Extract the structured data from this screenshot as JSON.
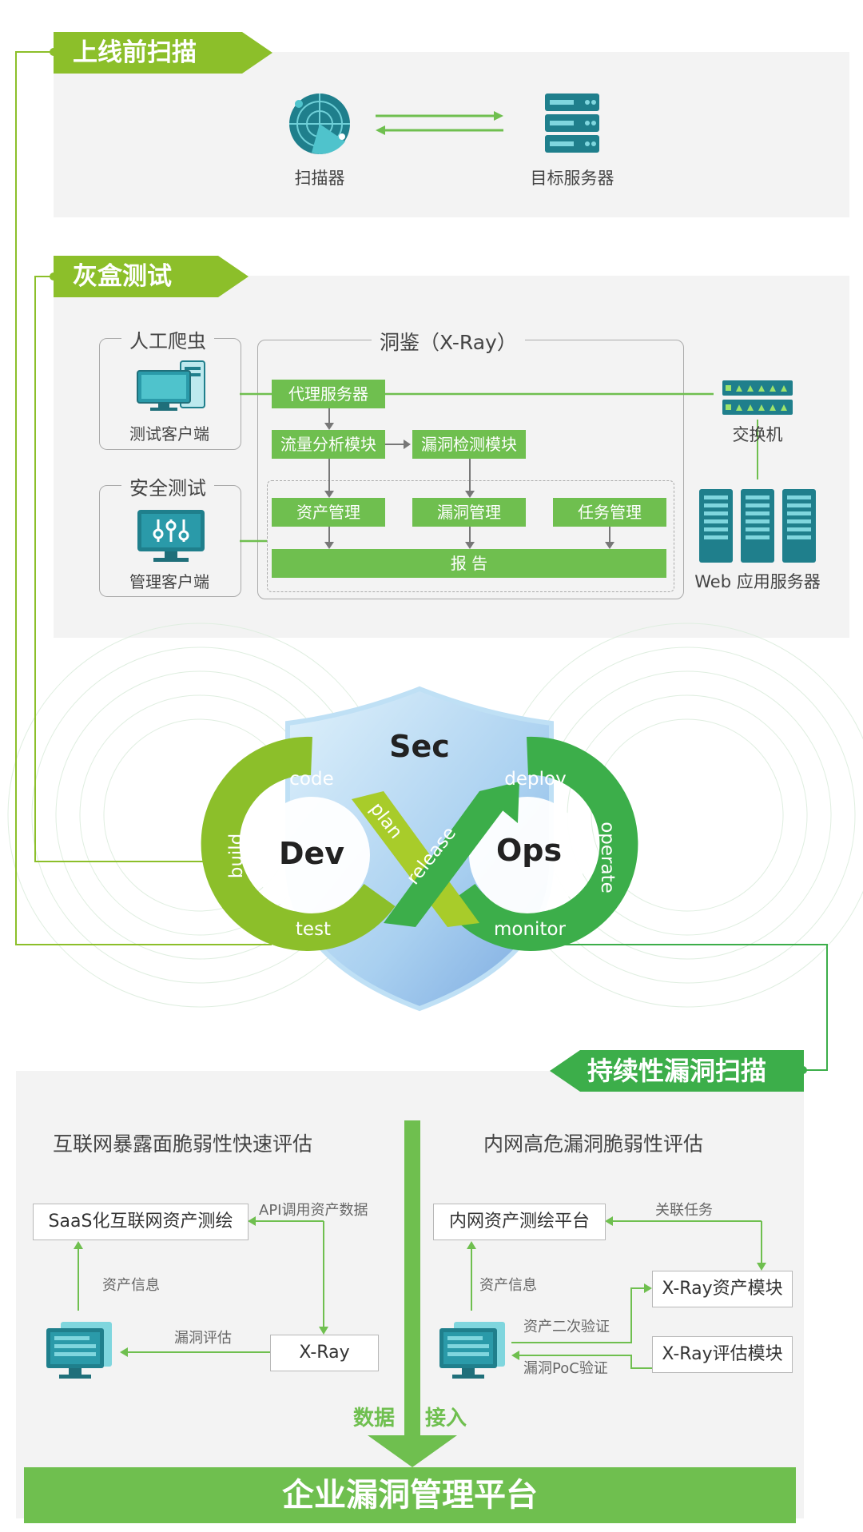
{
  "section1": {
    "tag": "上线前扫描",
    "scanner_label": "扫描器",
    "target_label": "目标服务器"
  },
  "section2": {
    "tag": "灰盒测试",
    "group_crawler": "人工爬虫",
    "client_test": "测试客户端",
    "group_security": "安全测试",
    "client_admin": "管理客户端",
    "xray_title": "洞鉴（X-Ray）",
    "proxy": "代理服务器",
    "traffic": "流量分析模块",
    "vulndetect": "漏洞检测模块",
    "asset_mgmt": "资产管理",
    "vuln_mgmt": "漏洞管理",
    "task_mgmt": "任务管理",
    "report": "报 告",
    "switch_label": "交换机",
    "web_servers": "Web 应用服务器"
  },
  "devsecops": {
    "sec": "Sec",
    "dev": "Dev",
    "ops": "Ops",
    "code": "code",
    "build": "build",
    "test": "test",
    "plan": "plan",
    "release": "release",
    "deploy": "deploy",
    "operate": "operate",
    "monitor": "monitor"
  },
  "section3": {
    "tag": "持续性漏洞扫描",
    "left_title": "互联网暴露面脆弱性快速评估",
    "saas_box": "SaaS化互联网资产测绘",
    "api_label": "API调用资产数据",
    "asset_info_left": "资产信息",
    "vuln_eval": "漏洞评估",
    "xray_box": "X-Ray",
    "right_title": "内网高危漏洞脆弱性评估",
    "intranet_box": "内网资产测绘平台",
    "related_task": "关联任务",
    "xray_asset": "X-Ray资产模块",
    "asset_info_right": "资产信息",
    "asset_verify": "资产二次验证",
    "xray_eval": "X-Ray评估模块",
    "poc_verify": "漏洞PoC验证",
    "data_label": "数据",
    "access_label": "接入"
  },
  "footer": {
    "platform": "企业漏洞管理平台"
  },
  "colors": {
    "lime": "#8cbf2a",
    "green": "#3cae4a",
    "box_green": "#6fbf4f",
    "teal": "#2a8a99",
    "panel": "#f3f3f3"
  },
  "icons": [
    "radar-icon",
    "server-rack-icon",
    "desktop-computer-icon",
    "control-panel-monitor-icon",
    "network-switch-icon",
    "server-tower-icon",
    "dashboard-monitor-icon",
    "shield-icon"
  ]
}
